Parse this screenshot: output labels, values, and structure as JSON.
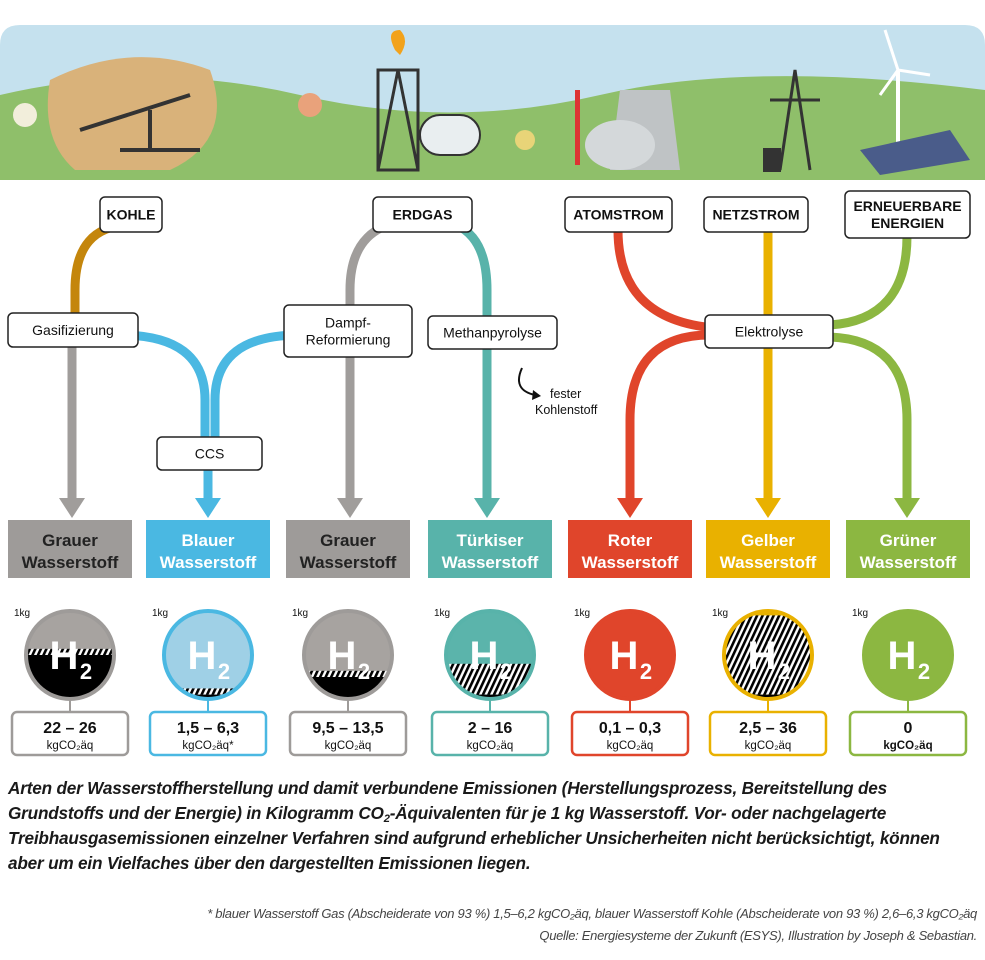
{
  "sources": [
    {
      "label": "KOHLE"
    },
    {
      "label": "ERDGAS"
    },
    {
      "label": "ATOMSTROM"
    },
    {
      "label": "NETZSTROM"
    },
    {
      "label": "ERNEUERBARE",
      "label2": "ENERGIEN"
    }
  ],
  "processes": {
    "gasifizierung": "Gasifizierung",
    "dampf1": "Dampf-",
    "dampf2": "Reformierung",
    "methanpyrolyse": "Methanpyrolyse",
    "elektrolyse": "Elektrolyse",
    "ccs": "CCS",
    "fester1": "fester",
    "fester2": "Kohlenstoff"
  },
  "colors": {
    "grey": "#a09d9b",
    "blue": "#4ab8e2",
    "teal": "#58b3aa",
    "red": "#e0452b",
    "yellow": "#e9b100",
    "green": "#8cb741",
    "brown": "#c4860c"
  },
  "types": [
    {
      "l1": "Grauer",
      "l2": "Wasserstoff",
      "color": "#9e9b99",
      "light": "#a7a3a0",
      "unit_label": "1kg",
      "symbol": "H",
      "sub": "2",
      "range": "22 – 26",
      "unit": "kgCO₂äq",
      "solid": 0.5,
      "hatch": 0.07
    },
    {
      "l1": "Blauer",
      "l2": "Wasserstoff",
      "color": "#4ab8e2",
      "light": "#9fd0e6",
      "unit_label": "1kg",
      "symbol": "H",
      "sub": "2",
      "range": "1,5 – 6,3",
      "unit": "kgCO₂äq*",
      "solid": 0.05,
      "hatch": 0.07
    },
    {
      "l1": "Grauer",
      "l2": "Wasserstoff",
      "color": "#9e9b99",
      "light": "#a7a3a0",
      "unit_label": "1kg",
      "symbol": "H",
      "sub": "2",
      "range": "9,5 – 13,5",
      "unit": "kgCO₂äq",
      "solid": 0.25,
      "hatch": 0.07
    },
    {
      "l1": "Türkiser",
      "l2": "Wasserstoff",
      "color": "#58b3aa",
      "light": "#5bb4ab",
      "unit_label": "1kg",
      "symbol": "H",
      "sub": "2",
      "range": "2 – 16",
      "unit": "kgCO₂äq",
      "solid": 0.05,
      "hatch": 0.35
    },
    {
      "l1": "Roter",
      "l2": "Wasserstoff",
      "color": "#e0452b",
      "light": "#e0452b",
      "unit_label": "1kg",
      "symbol": "H",
      "sub": "2",
      "range": "0,1 – 0,3",
      "unit": "kgCO₂äq",
      "solid": 0,
      "hatch": 0
    },
    {
      "l1": "Gelber",
      "l2": "Wasserstoff",
      "color": "#e9b100",
      "light": "#e6b100",
      "unit_label": "1kg",
      "symbol": "H",
      "sub": "2",
      "range": "2,5 – 36",
      "unit": "kgCO₂äq",
      "solid": 0.05,
      "hatch": 0.9
    },
    {
      "l1": "Grüner",
      "l2": "Wasserstoff",
      "color": "#8cb741",
      "light": "#8cb741",
      "unit_label": "1kg",
      "symbol": "H",
      "sub": "2",
      "range": "0",
      "unit": "kgCO₂äq",
      "solid": 0,
      "hatch": 0
    }
  ],
  "caption": {
    "part1": "Arten der Wasserstoffherstellung und damit verbundene Emissionen (Herstellungsprozess, Bereitstellung des Grundstoffs und der Energie) in Kilogramm CO",
    "sub": "2",
    "part2": "-Äquivalenten für je 1 kg Wasserstoff. Vor- oder nachgelagerte Treibhausgasemissionen einzelner Verfahren sind aufgrund erheblicher Unsicherheiten nicht berücksichtigt, können aber um ein Vielfaches über den dargestellten Emissionen liegen."
  },
  "footnote": "* blauer Wasserstoff Gas (Abscheiderate von 93 %) 1,5–6,2 kgCO₂äq, blauer Wasserstoff Kohle (Abscheiderate von 93 %) 2,6–6,3 kgCO₂äq",
  "source": "Quelle: Energiesysteme der Zukunft (ESYS), Illustration by Joseph & Sebastian."
}
